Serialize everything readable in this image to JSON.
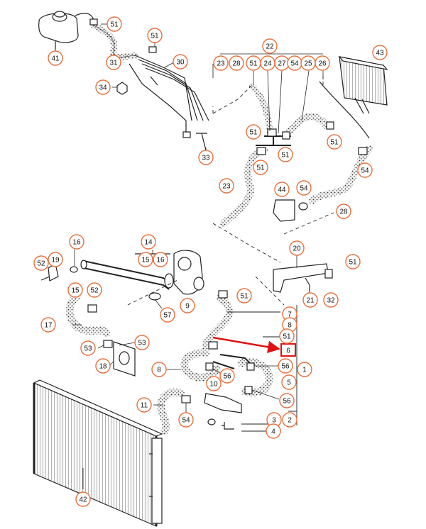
{
  "diagram": {
    "colors": {
      "badge_stroke": "#e8703a",
      "line": "#222222",
      "hose_fill": "#f4f4f4",
      "highlight_box": "#e01010",
      "arrow": "#e01010"
    },
    "callouts": [
      {
        "id": "c41",
        "label": "41"
      },
      {
        "id": "c51a",
        "label": "51"
      },
      {
        "id": "c31",
        "label": "31"
      },
      {
        "id": "c51b",
        "label": "51"
      },
      {
        "id": "c30",
        "label": "30"
      },
      {
        "id": "c34",
        "label": "34"
      },
      {
        "id": "c33",
        "label": "33"
      },
      {
        "id": "c22",
        "label": "22"
      },
      {
        "id": "c23a",
        "label": "23"
      },
      {
        "id": "c28a",
        "label": "28"
      },
      {
        "id": "c51c",
        "label": "51"
      },
      {
        "id": "c24",
        "label": "24"
      },
      {
        "id": "c27",
        "label": "27"
      },
      {
        "id": "c54a",
        "label": "54"
      },
      {
        "id": "c25",
        "label": "25"
      },
      {
        "id": "c26",
        "label": "26"
      },
      {
        "id": "c43",
        "label": "43"
      },
      {
        "id": "c51d",
        "label": "51"
      },
      {
        "id": "c51e",
        "label": "51"
      },
      {
        "id": "c51f",
        "label": "51"
      },
      {
        "id": "c51g",
        "label": "51"
      },
      {
        "id": "c54b",
        "label": "54"
      },
      {
        "id": "c23b",
        "label": "23"
      },
      {
        "id": "c44",
        "label": "44"
      },
      {
        "id": "c54c",
        "label": "54"
      },
      {
        "id": "c28b",
        "label": "28"
      },
      {
        "id": "c16a",
        "label": "16"
      },
      {
        "id": "c14",
        "label": "14"
      },
      {
        "id": "c15a",
        "label": "15"
      },
      {
        "id": "c16b",
        "label": "16"
      },
      {
        "id": "c52a",
        "label": "52"
      },
      {
        "id": "c19",
        "label": "19"
      },
      {
        "id": "c15b",
        "label": "15"
      },
      {
        "id": "c52b",
        "label": "52"
      },
      {
        "id": "c20",
        "label": "20"
      },
      {
        "id": "c51h",
        "label": "51"
      },
      {
        "id": "c21",
        "label": "21"
      },
      {
        "id": "c32",
        "label": "32"
      },
      {
        "id": "c9",
        "label": "9"
      },
      {
        "id": "c57",
        "label": "57"
      },
      {
        "id": "c51i",
        "label": "51"
      },
      {
        "id": "c17",
        "label": "17"
      },
      {
        "id": "c7",
        "label": "7"
      },
      {
        "id": "c8a",
        "label": "8"
      },
      {
        "id": "c51j",
        "label": "51"
      },
      {
        "id": "c53a",
        "label": "53"
      },
      {
        "id": "c53b",
        "label": "53"
      },
      {
        "id": "c18",
        "label": "18"
      },
      {
        "id": "c8b",
        "label": "8"
      },
      {
        "id": "c56a",
        "label": "56"
      },
      {
        "id": "c56b",
        "label": "56"
      },
      {
        "id": "c1",
        "label": "1"
      },
      {
        "id": "c10",
        "label": "10"
      },
      {
        "id": "c5",
        "label": "5"
      },
      {
        "id": "c11",
        "label": "11"
      },
      {
        "id": "c56c",
        "label": "56"
      },
      {
        "id": "c54d",
        "label": "54"
      },
      {
        "id": "c3",
        "label": "3"
      },
      {
        "id": "c2",
        "label": "2"
      },
      {
        "id": "c4",
        "label": "4"
      },
      {
        "id": "c42",
        "label": "42"
      }
    ],
    "highlighted": {
      "label": "6"
    }
  }
}
